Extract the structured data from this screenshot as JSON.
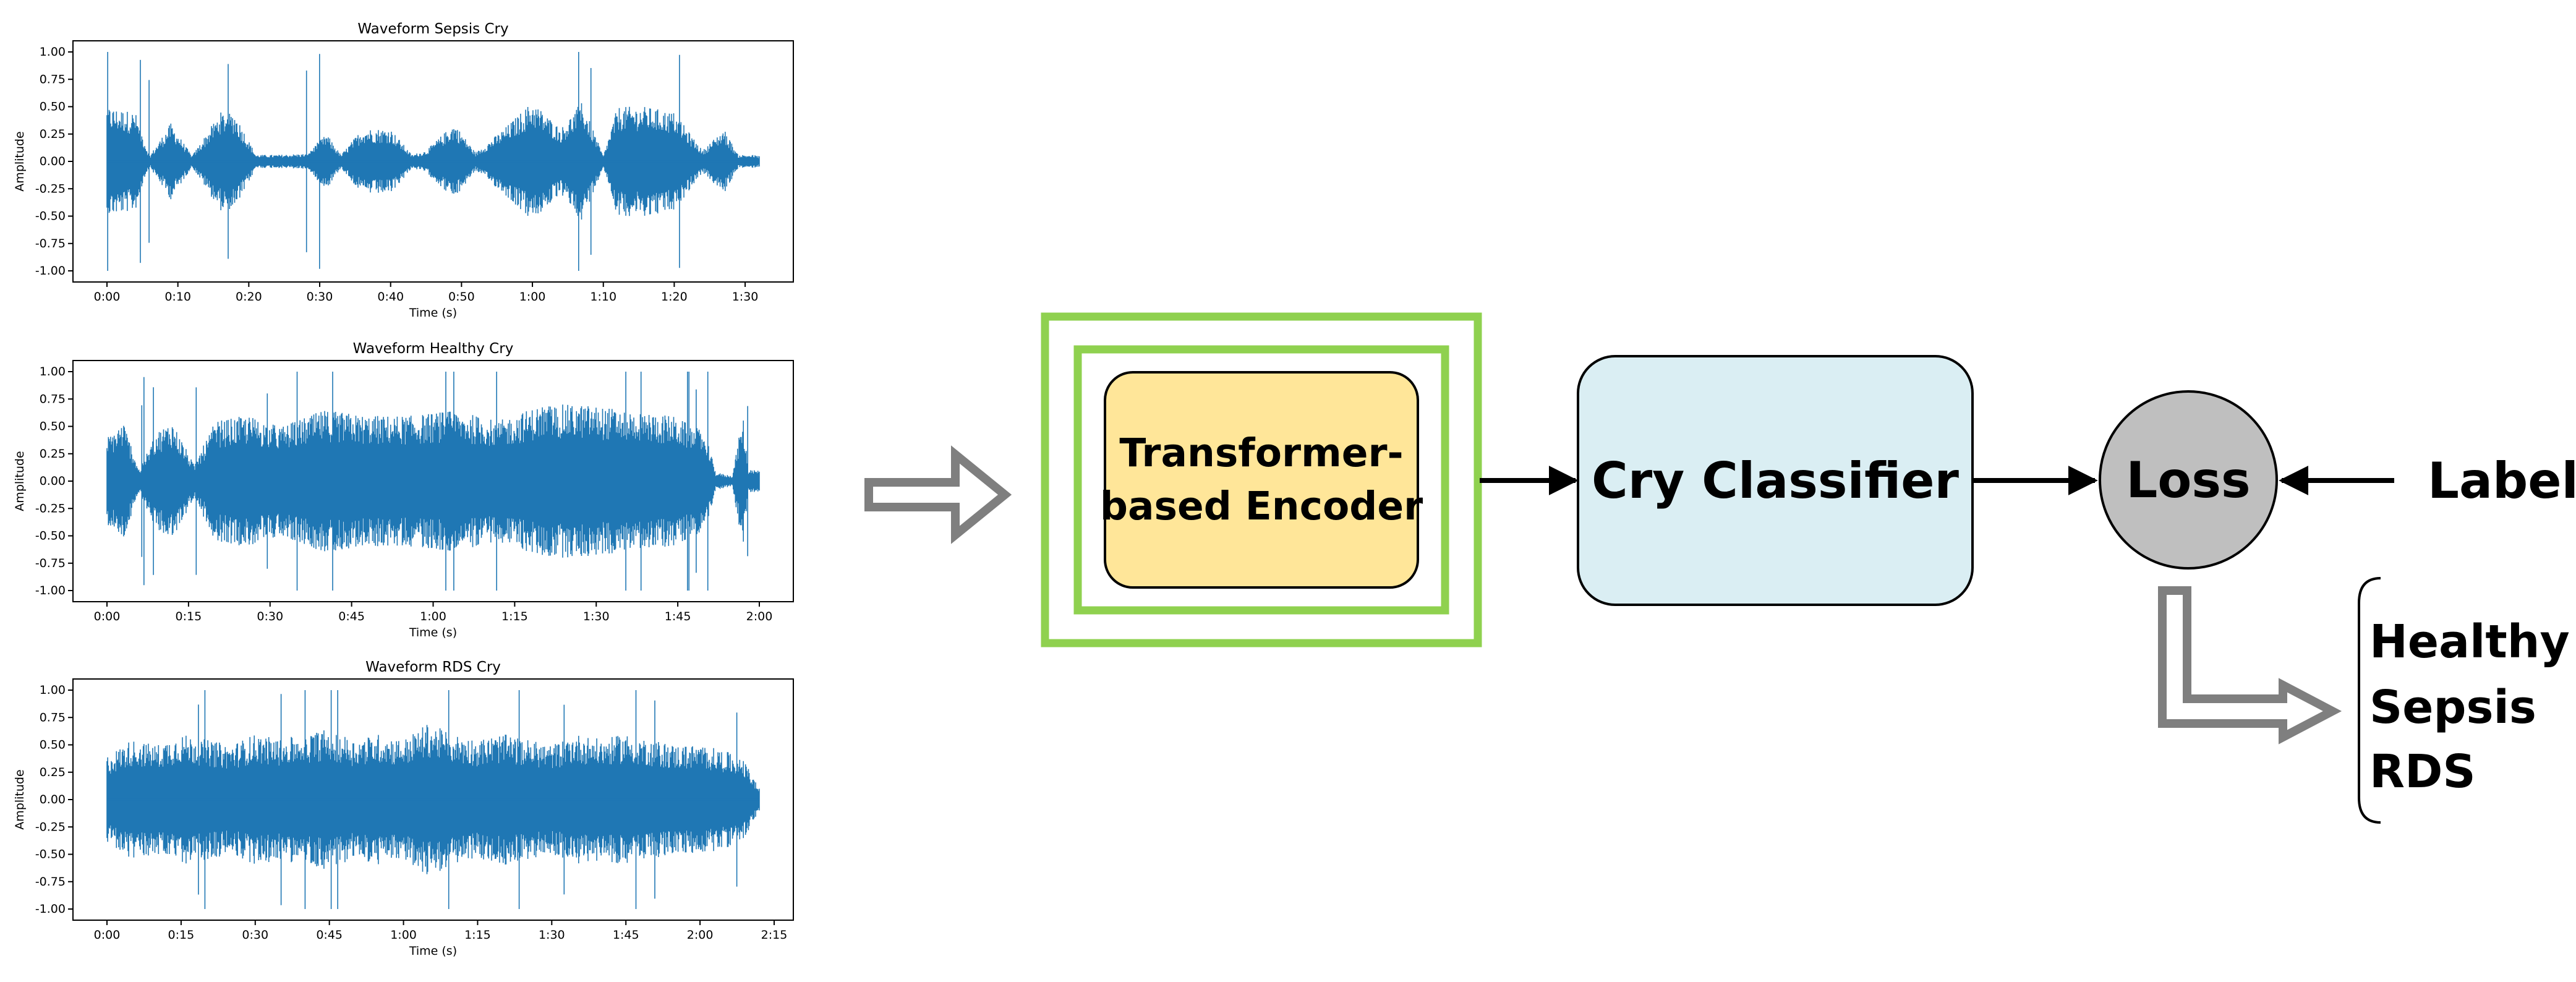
{
  "colors": {
    "waveform": "#1f77b4",
    "encoder_fill": "#ffe699",
    "encoder_frame": "#8fd14f",
    "classifier_fill": "#daeef3",
    "loss_fill": "#bfbfbf",
    "hollow_arrow": "#7f7f7f"
  },
  "chart_data": [
    {
      "type": "line",
      "title": "Waveform Sepsis Cry",
      "xlabel": "Time (s)",
      "ylabel": "Amplitude",
      "xlim": [
        0,
        92
      ],
      "ylim": [
        -1.0,
        1.0
      ],
      "x_ticks": [
        0,
        10,
        20,
        30,
        40,
        50,
        60,
        70,
        80,
        90
      ],
      "x_tick_labels": [
        "0:00",
        "0:10",
        "0:20",
        "0:30",
        "0:40",
        "0:50",
        "1:00",
        "1:10",
        "1:20",
        "1:30"
      ],
      "y_ticks": [
        -1.0,
        -0.75,
        -0.5,
        -0.25,
        0.0,
        0.25,
        0.5,
        0.75,
        1.0
      ],
      "y_tick_labels": [
        "-1.00",
        "-0.75",
        "-0.50",
        "-0.25",
        "0.00",
        "0.25",
        "0.50",
        "0.75",
        "1.00"
      ],
      "envelope": {
        "time": [
          0,
          4,
          6,
          9,
          12,
          16,
          18,
          21,
          24,
          28,
          31,
          33,
          36,
          40,
          43,
          45,
          49,
          52,
          56,
          60,
          64,
          67,
          70,
          72,
          76,
          80,
          84,
          87,
          89,
          91,
          92
        ],
        "amplitude": [
          0.5,
          0.45,
          0.05,
          0.35,
          0.05,
          0.45,
          0.45,
          0.06,
          0.06,
          0.07,
          0.25,
          0.06,
          0.3,
          0.3,
          0.06,
          0.1,
          0.35,
          0.08,
          0.3,
          0.55,
          0.3,
          0.55,
          0.05,
          0.5,
          0.5,
          0.45,
          0.1,
          0.3,
          0.06,
          0.06,
          0.05
        ]
      }
    },
    {
      "type": "line",
      "title": "Waveform Healthy Cry",
      "xlabel": "Time (s)",
      "ylabel": "Amplitude",
      "xlim": [
        0,
        120
      ],
      "ylim": [
        -1.0,
        1.0
      ],
      "x_ticks": [
        0,
        15,
        30,
        45,
        60,
        75,
        90,
        105,
        120
      ],
      "x_tick_labels": [
        "0:00",
        "0:15",
        "0:30",
        "0:45",
        "1:00",
        "1:15",
        "1:30",
        "1:45",
        "2:00"
      ],
      "y_ticks": [
        -1.0,
        -0.75,
        -0.5,
        -0.25,
        0.0,
        0.25,
        0.5,
        0.75,
        1.0
      ],
      "y_tick_labels": [
        "-1.00",
        "-0.75",
        "-0.50",
        "-0.25",
        "0.00",
        "0.25",
        "0.50",
        "0.75",
        "1.00"
      ],
      "envelope": {
        "time": [
          0,
          3,
          6,
          9,
          12,
          16,
          20,
          26,
          32,
          40,
          48,
          56,
          64,
          72,
          80,
          88,
          96,
          104,
          110,
          112,
          115,
          117,
          118
        ],
        "amplitude": [
          0.4,
          0.55,
          0.1,
          0.45,
          0.55,
          0.15,
          0.55,
          0.6,
          0.5,
          0.65,
          0.6,
          0.6,
          0.65,
          0.55,
          0.7,
          0.7,
          0.65,
          0.6,
          0.45,
          0.08,
          0.05,
          0.6,
          0.1
        ]
      }
    },
    {
      "type": "line",
      "title": "Waveform RDS Cry",
      "xlabel": "Time (s)",
      "ylabel": "Amplitude",
      "xlim": [
        0,
        132
      ],
      "ylim": [
        -1.0,
        1.0
      ],
      "x_ticks": [
        0,
        15,
        30,
        45,
        60,
        75,
        90,
        105,
        120,
        135
      ],
      "x_tick_labels": [
        "0:00",
        "0:15",
        "0:30",
        "0:45",
        "1:00",
        "1:15",
        "1:30",
        "1:45",
        "2:00",
        "2:15"
      ],
      "y_ticks": [
        -1.0,
        -0.75,
        -0.5,
        -0.25,
        0.0,
        0.25,
        0.5,
        0.75,
        1.0
      ],
      "y_tick_labels": [
        "-1.00",
        "-0.75",
        "-0.50",
        "-0.25",
        "0.00",
        "0.25",
        "0.50",
        "0.75",
        "1.00"
      ],
      "envelope": {
        "time": [
          0,
          5,
          10,
          15,
          20,
          25,
          30,
          35,
          40,
          45,
          50,
          55,
          60,
          65,
          70,
          75,
          80,
          85,
          90,
          95,
          100,
          105,
          110,
          115,
          120,
          125,
          129,
          132
        ],
        "amplitude": [
          0.4,
          0.55,
          0.5,
          0.6,
          0.55,
          0.5,
          0.6,
          0.55,
          0.6,
          0.65,
          0.55,
          0.6,
          0.55,
          0.7,
          0.6,
          0.55,
          0.6,
          0.55,
          0.5,
          0.6,
          0.55,
          0.6,
          0.55,
          0.5,
          0.5,
          0.45,
          0.35,
          0.1
        ]
      }
    }
  ],
  "diagram": {
    "encoder_label_line1": "Transformer-",
    "encoder_label_line2": "based Encoder",
    "classifier_label": "Cry Classifier",
    "loss_label": "Loss",
    "labels_label": "Labels",
    "classes": [
      "Healthy",
      "Sepsis",
      "RDS"
    ]
  }
}
